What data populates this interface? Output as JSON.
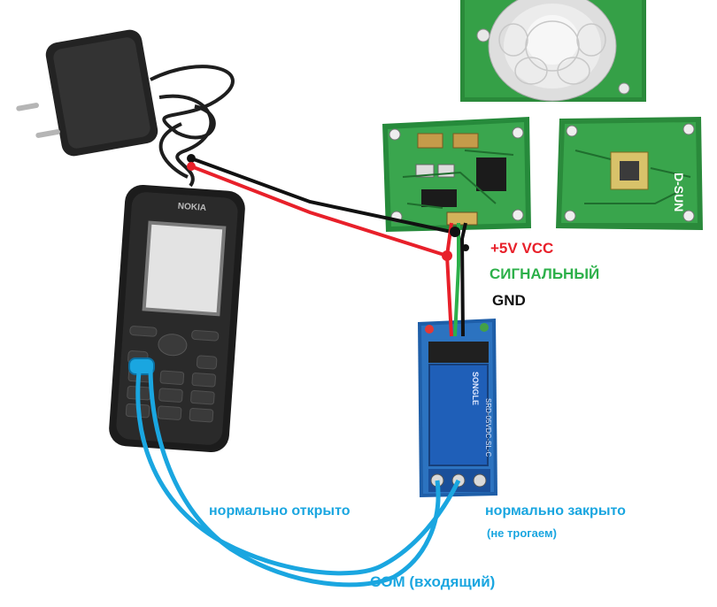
{
  "colors": {
    "red": "#e8202a",
    "green": "#2db04a",
    "black": "#111111",
    "blue": "#1aa6e0"
  },
  "labels": {
    "vcc": "+5V VCC",
    "signal": "СИГНАЛЬНЫЙ",
    "gnd": "GND",
    "normally_open": "нормально открыто",
    "normally_closed": "нормально закрыто",
    "normally_closed_note": "(не трогаем)",
    "com": "COM (входящий)"
  },
  "phone": {
    "brand": "NOKIA"
  },
  "pir_back": {
    "label": "D-SUN"
  },
  "relay": {
    "brand": "SONGLE",
    "model": "SRD-05VDC-SL-C"
  }
}
